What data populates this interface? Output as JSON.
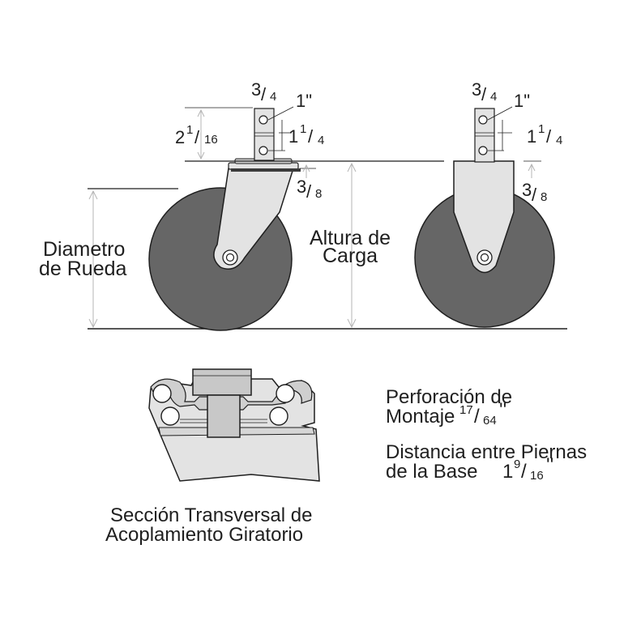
{
  "dimensions": {
    "stem_height": {
      "whole": "2",
      "num": "1",
      "den": "16"
    },
    "stem_width": {
      "num": "3",
      "den": "4"
    },
    "hole_spacing": "1\"",
    "stem_offset": {
      "whole": "1",
      "num": "1",
      "den": "4"
    },
    "plate_thickness": {
      "num": "3",
      "den": "8"
    }
  },
  "labels": {
    "wheel_diameter": [
      "Diametro",
      "de Rueda"
    ],
    "load_height": [
      "Altura de",
      "Carga"
    ]
  },
  "cross_section": {
    "caption": [
      "Sección Transversal de",
      "Acoplamiento Giratorio"
    ]
  },
  "specs": {
    "mounting_hole_label_1": "Perforación de",
    "mounting_hole_label_2": "Montaje",
    "mounting_hole_num": "17",
    "mounting_hole_den": "64",
    "mounting_hole_unit": "''",
    "leg_distance_label_1": "Distancia entre Piernas",
    "leg_distance_label_2": "de la Base",
    "leg_distance_whole": "1",
    "leg_distance_num": "9",
    "leg_distance_den": "16",
    "leg_distance_unit": "''"
  },
  "colors": {
    "wheel": "#666666",
    "metal": "#e3e3e3",
    "outline": "#1f1f1f",
    "dimension_arrow": "#b5b5b5"
  }
}
